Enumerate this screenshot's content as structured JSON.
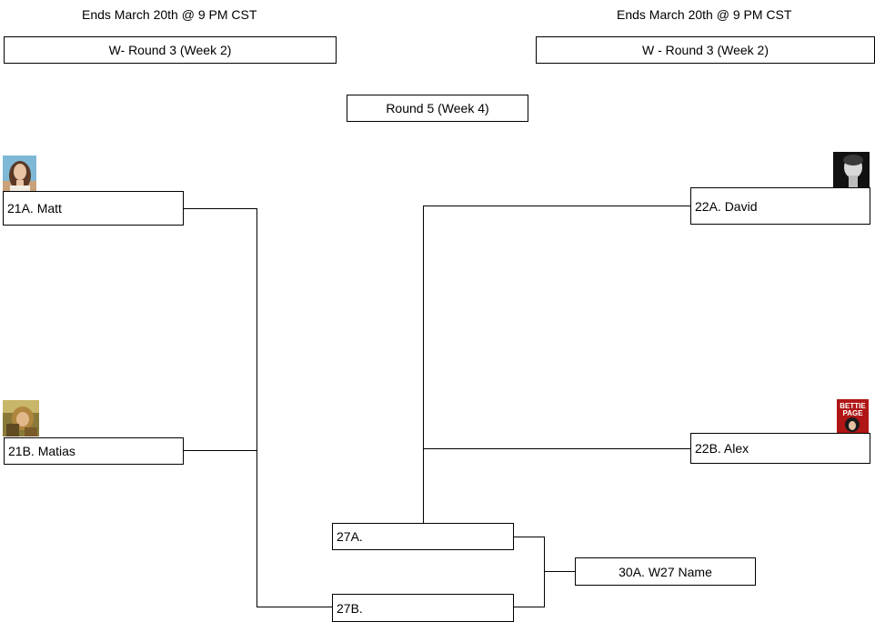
{
  "header": {
    "left_deadline": "Ends March 20th @ 9 PM CST",
    "right_deadline": "Ends March 20th @ 9 PM CST",
    "left_round": "W- Round 3 (Week 2)",
    "right_round": "W - Round 3 (Week 2)",
    "center_round": "Round 5 (Week 4)"
  },
  "matches": {
    "m21a": "21A. Matt",
    "m21b": "21B. Matias",
    "m22a": "22A. David",
    "m22b": "22B. Alex",
    "m27a": "27A.",
    "m27b": "27B.",
    "m30a": "30A. W27 Name"
  },
  "avatars": {
    "m21a": "woman-portrait-icon",
    "m21b": "warrior-portrait-icon",
    "m22a": "bw-portrait-icon",
    "m22b": "bettie-page-poster-icon"
  },
  "avatar_poster_text": [
    "BETTIE",
    "PAGE"
  ],
  "colors": {
    "line": "#000000",
    "border": "#000000",
    "background": "#ffffff"
  }
}
